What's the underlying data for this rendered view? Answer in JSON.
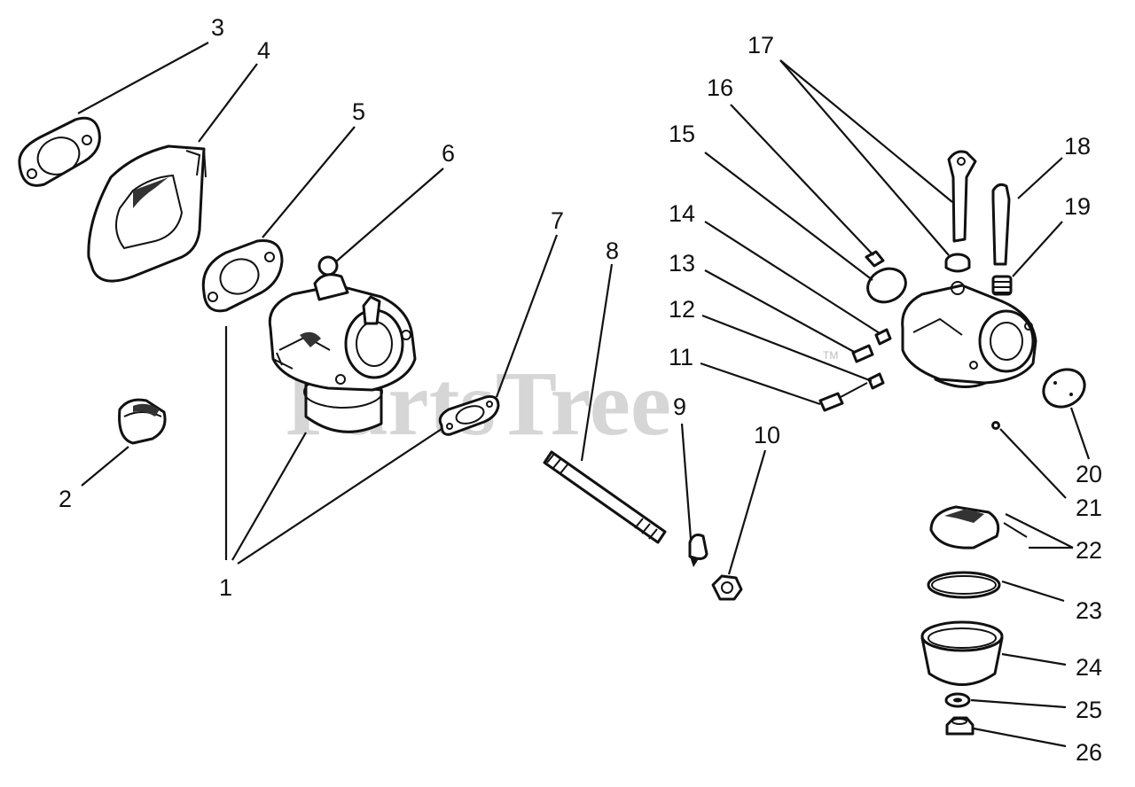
{
  "watermark": "PartsTree",
  "watermark_mark": "TM",
  "callouts": {
    "c1": "1",
    "c2": "2",
    "c3": "3",
    "c4": "4",
    "c5": "5",
    "c6": "6",
    "c7": "7",
    "c8": "8",
    "c9": "9",
    "c10": "10",
    "c11": "11",
    "c12": "12",
    "c13": "13",
    "c14": "14",
    "c15": "15",
    "c16": "16",
    "c17": "17",
    "c18": "18",
    "c19": "19",
    "c20": "20",
    "c21": "21",
    "c22": "22",
    "c23": "23",
    "c24": "24",
    "c25": "25",
    "c26": "26"
  }
}
